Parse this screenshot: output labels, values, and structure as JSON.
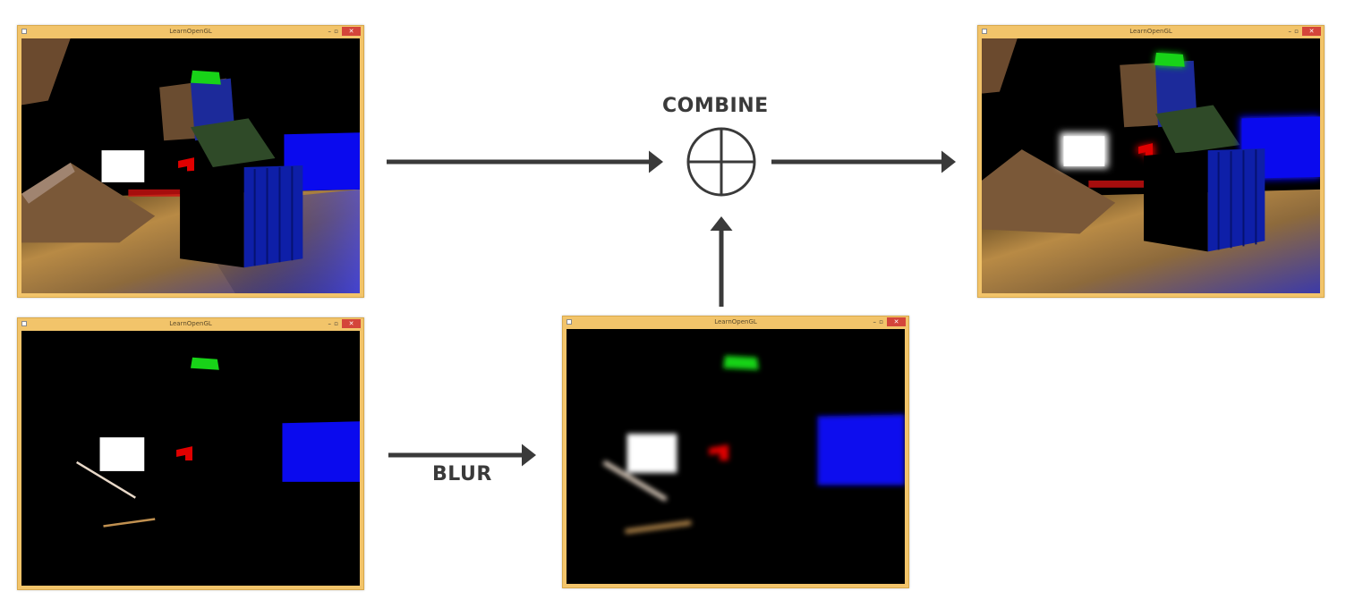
{
  "window_title": "LearnOpenGL",
  "window_controls": {
    "minimize": "–",
    "maximize": "▫",
    "close": "✕"
  },
  "labels": {
    "combine": "COMBINE",
    "blur": "BLUR"
  },
  "icons": {
    "combine_symbol": "circle-plus-icon",
    "arrows": "arrow-icon"
  },
  "colors": {
    "window_border": "#f2c46a",
    "arrow": "#3a3a3a",
    "close_button": "#d4453a",
    "green_light": "#18d318",
    "red_light": "#e00000",
    "blue_light": "#0a0aee",
    "white_light": "#ffffff"
  }
}
